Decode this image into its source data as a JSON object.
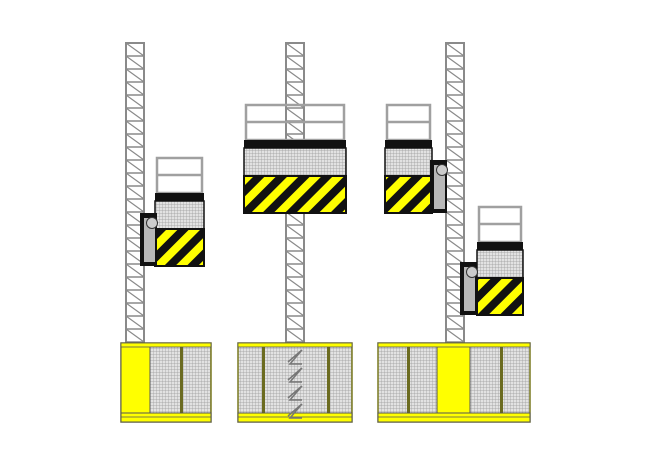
{
  "colors": {
    "background": "#ffffff",
    "mast": "#8a8a8a",
    "safety_yellow": "#ffff00",
    "hazard_black": "#111111",
    "mesh": "#c8c8c8",
    "rail": "#a0a0a0",
    "frame_outline": "#7a7a20"
  },
  "hoists": [
    {
      "id": "hoist-left",
      "cars": 1
    },
    {
      "id": "hoist-center",
      "cars": 1
    },
    {
      "id": "hoist-right",
      "cars": 2
    }
  ]
}
